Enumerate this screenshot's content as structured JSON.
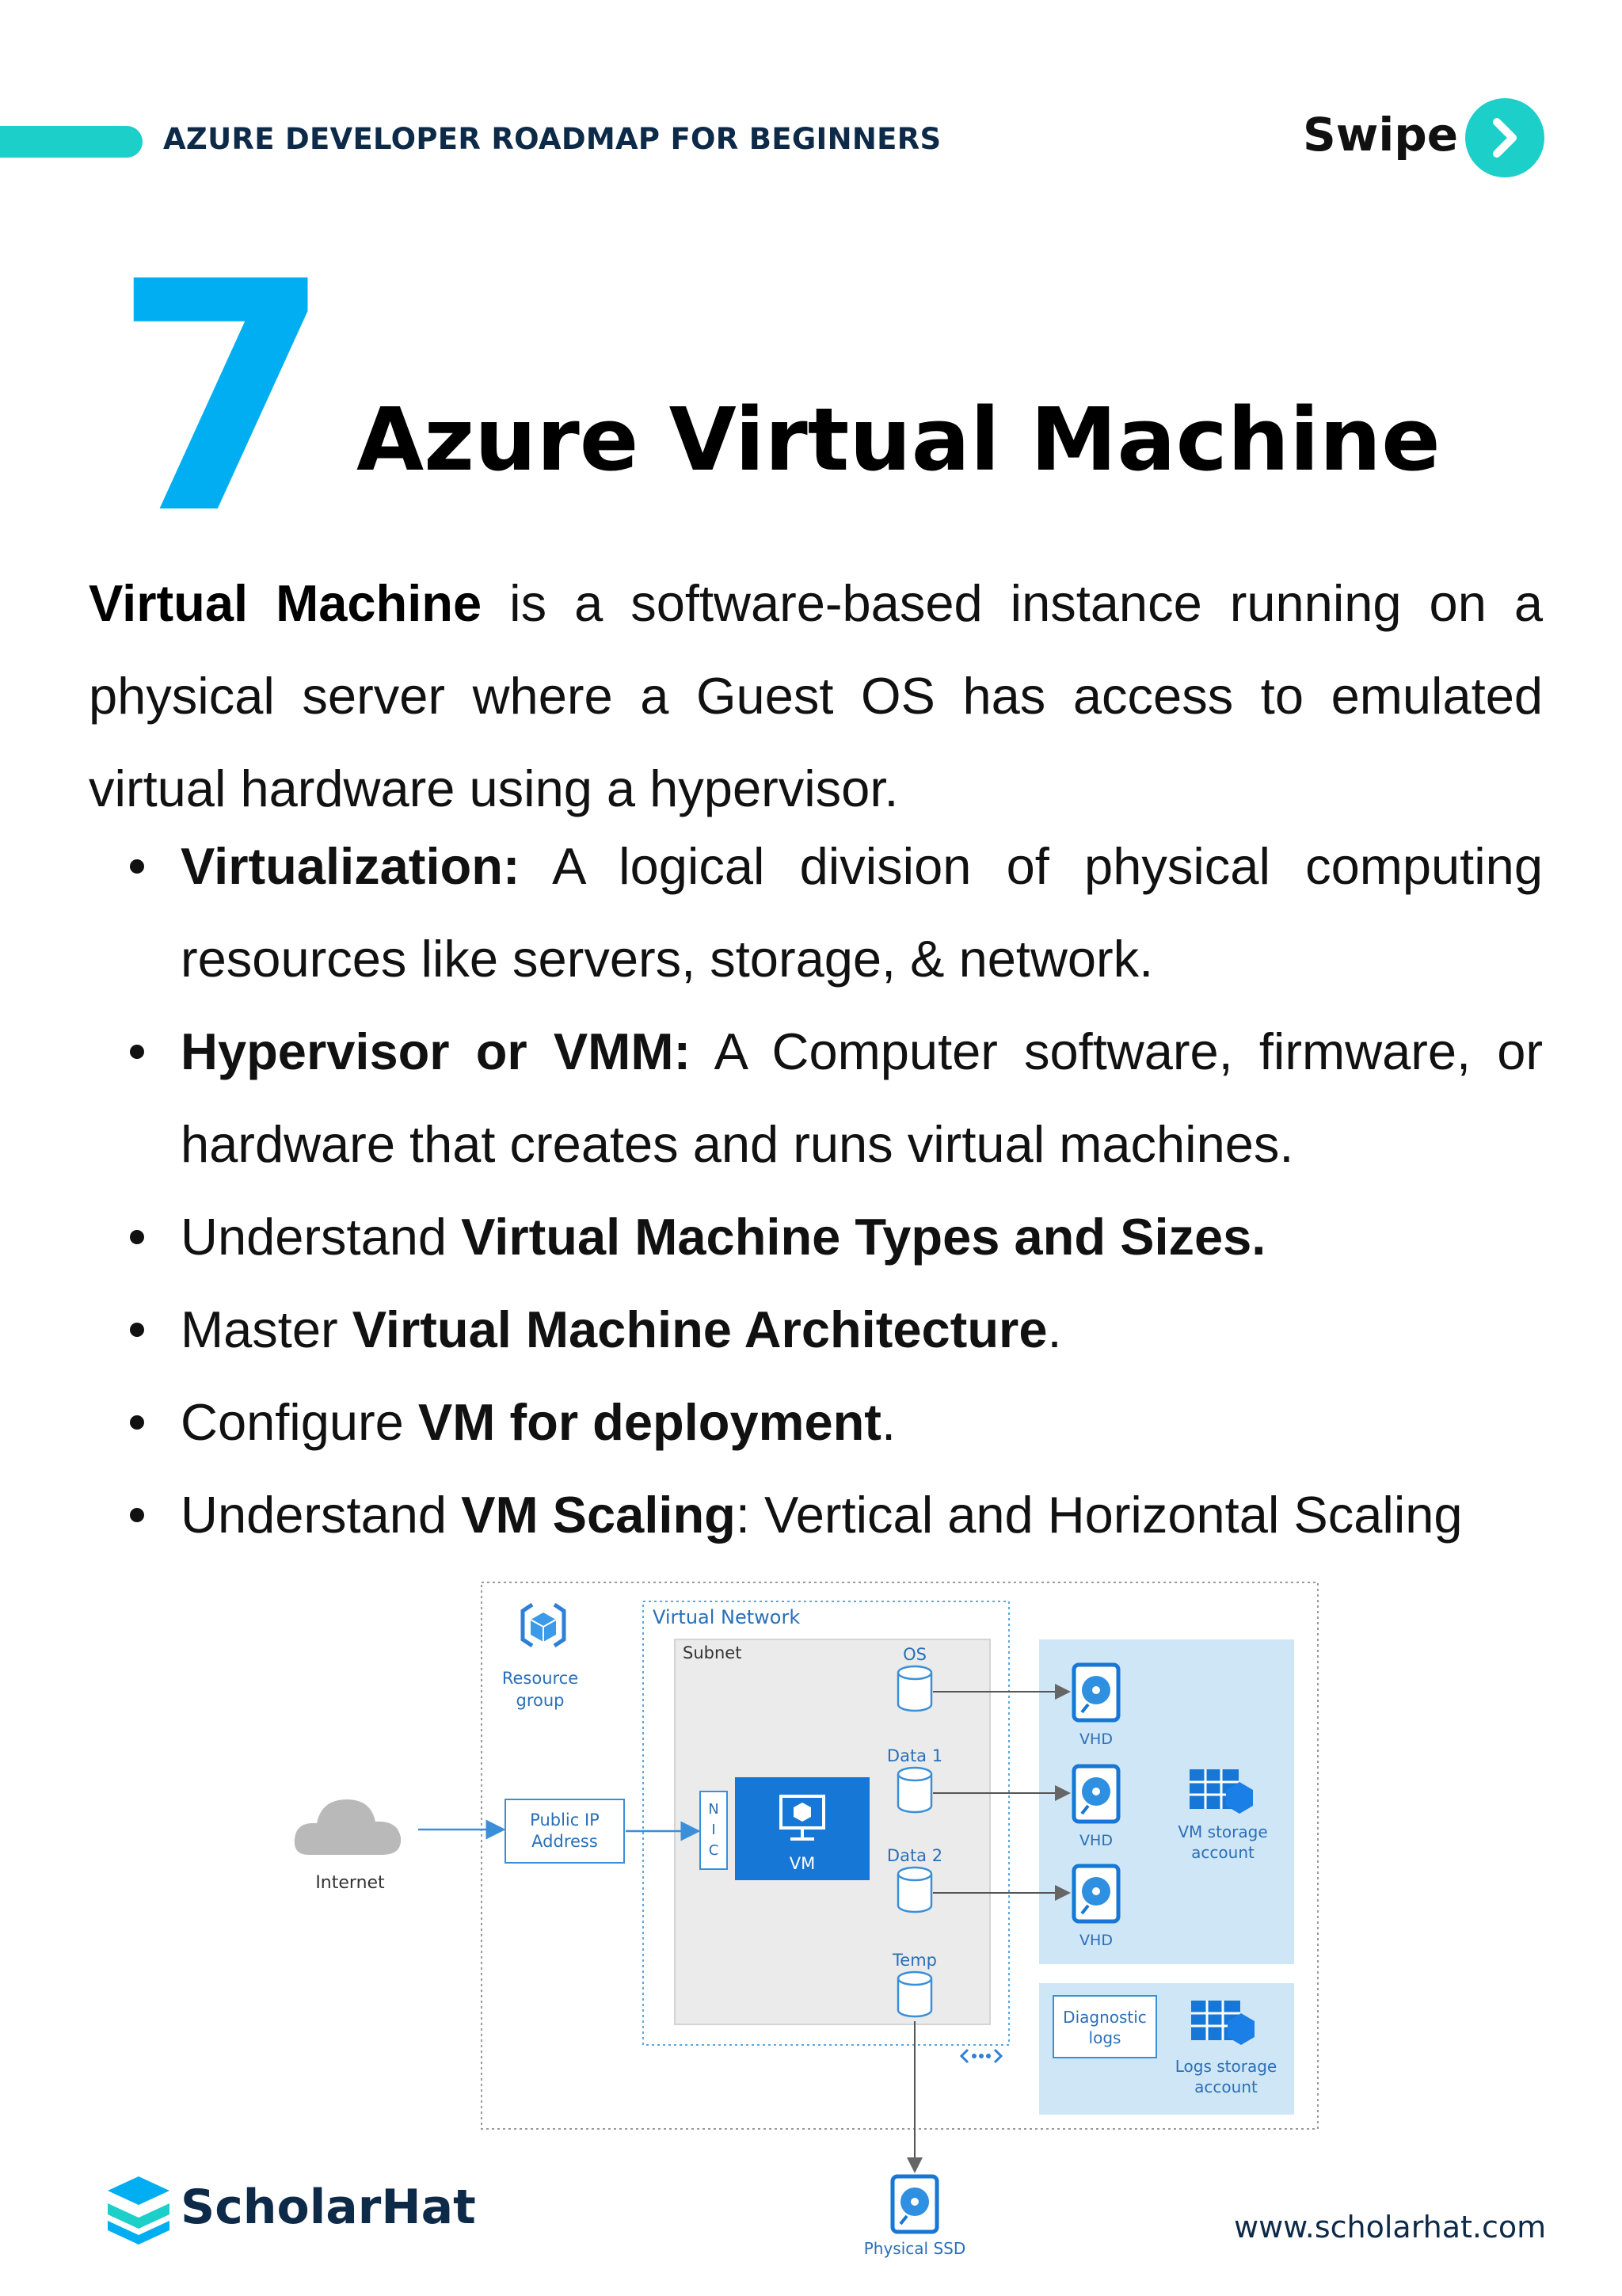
{
  "header": {
    "title": "AZURE DEVELOPER ROADMAP FOR BEGINNERS",
    "swipe_label": "Swipe",
    "accent_color": "#1ccfc9",
    "swipe_icon": "chevron-right-icon"
  },
  "section": {
    "number": "7",
    "number_color": "#00aef1",
    "title": "Azure Virtual Machine"
  },
  "intro": {
    "term": "Virtual Machine",
    "text": " is a software-based instance running on a physical server where a Guest OS has access to emulated virtual hardware using a hypervisor."
  },
  "bullets": [
    {
      "pre": "",
      "bold": "Virtualization:",
      "post": " A logical division of physical computing resources like servers, storage, & network."
    },
    {
      "pre": "",
      "bold": "Hypervisor or VMM:",
      "post": " A Computer software, firmware, or hardware that creates and runs virtual machines."
    },
    {
      "pre": "Understand ",
      "bold": "Virtual Machine Types and Sizes.",
      "post": ""
    },
    {
      "pre": "Master ",
      "bold": "Virtual Machine Architecture",
      "post": "."
    },
    {
      "pre": "Configure ",
      "bold": "VM for deployment",
      "post": "."
    },
    {
      "pre": "Understand ",
      "bold": "VM Scaling",
      "post": ": Vertical and Horizontal Scaling"
    }
  ],
  "diagram": {
    "resource_group": [
      "Resource",
      "group"
    ],
    "virtual_network": "Virtual Network",
    "subnet": "Subnet",
    "internet": "Internet",
    "public_ip": [
      "Public IP",
      "Address"
    ],
    "nic": [
      "N",
      "I",
      "C"
    ],
    "vm": "VM",
    "disks": [
      "OS",
      "Data 1",
      "Data 2",
      "Temp"
    ],
    "vhd": "VHD",
    "vm_storage": [
      "VM storage",
      "account"
    ],
    "diagnostic_logs": [
      "Diagnostic",
      "logs"
    ],
    "logs_storage": [
      "Logs storage",
      "account"
    ],
    "physical_ssd": "Physical SSD",
    "accent_color": "#1a7fd4"
  },
  "footer": {
    "brand": "ScholarHat",
    "website": "www.scholarhat.com"
  }
}
